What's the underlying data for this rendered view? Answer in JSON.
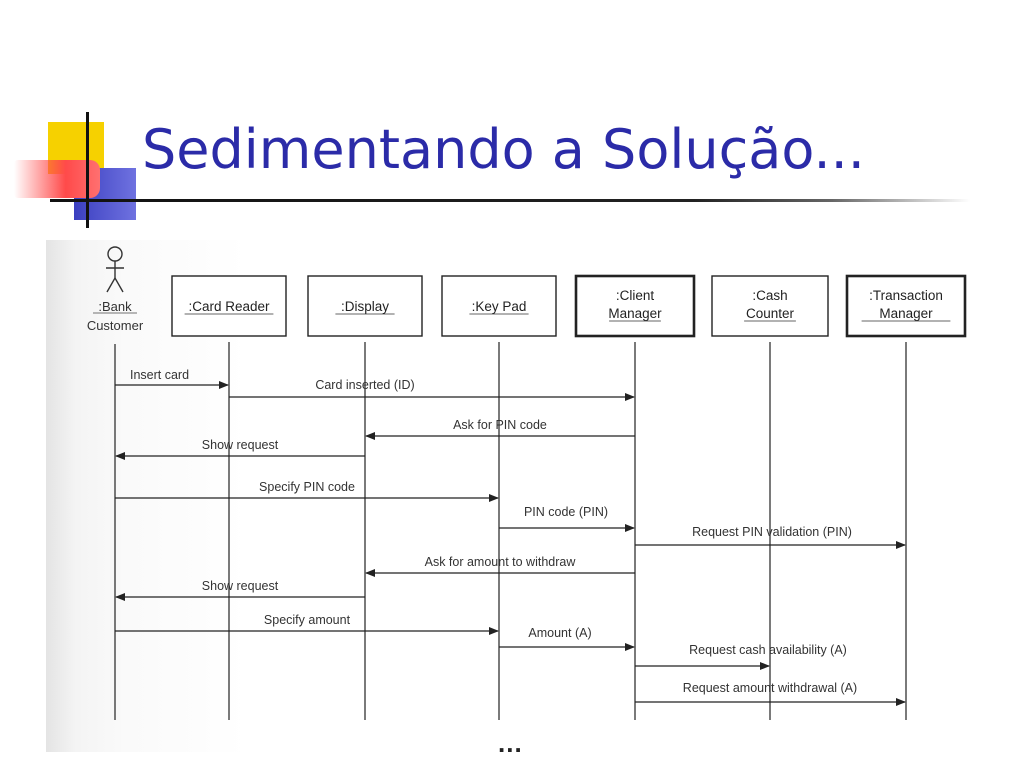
{
  "slide": {
    "title": "Sedimentando a Solução...",
    "footer": "..."
  },
  "diagram": {
    "actor": {
      "line1": "Bank",
      "line2": "Customer"
    },
    "lifelines": [
      {
        "id": "card_reader",
        "lines": [
          ":Card Reader"
        ],
        "bold": false
      },
      {
        "id": "display",
        "lines": [
          ":Display"
        ],
        "bold": false
      },
      {
        "id": "key_pad",
        "lines": [
          ":Key Pad"
        ],
        "bold": false
      },
      {
        "id": "client_manager",
        "lines": [
          ":Client",
          "Manager"
        ],
        "bold": true
      },
      {
        "id": "cash_counter",
        "lines": [
          ":Cash",
          "Counter"
        ],
        "bold": false
      },
      {
        "id": "transaction_manager",
        "lines": [
          ":Transaction",
          "Manager"
        ],
        "bold": true
      }
    ],
    "messages": [
      {
        "label": "Insert card",
        "from": "actor",
        "to": "card_reader"
      },
      {
        "label": "Card inserted (ID)",
        "from": "card_reader",
        "to": "client_manager"
      },
      {
        "label": "Ask for PIN code",
        "from": "client_manager",
        "to": "display"
      },
      {
        "label": "Show request",
        "from": "display",
        "to": "actor"
      },
      {
        "label": "Specify PIN code",
        "from": "actor",
        "to": "key_pad"
      },
      {
        "label": "PIN code (PIN)",
        "from": "key_pad",
        "to": "client_manager"
      },
      {
        "label": "Request PIN validation (PIN)",
        "from": "client_manager",
        "to": "transaction_manager"
      },
      {
        "label": "Ask for amount to withdraw",
        "from": "client_manager",
        "to": "display"
      },
      {
        "label": "Show request",
        "from": "display",
        "to": "actor"
      },
      {
        "label": "Specify amount",
        "from": "actor",
        "to": "key_pad"
      },
      {
        "label": "Amount (A)",
        "from": "key_pad",
        "to": "client_manager"
      },
      {
        "label": "Request cash availability (A)",
        "from": "client_manager",
        "to": "cash_counter"
      },
      {
        "label": "Request amount withdrawal (A)",
        "from": "client_manager",
        "to": "transaction_manager"
      }
    ]
  }
}
